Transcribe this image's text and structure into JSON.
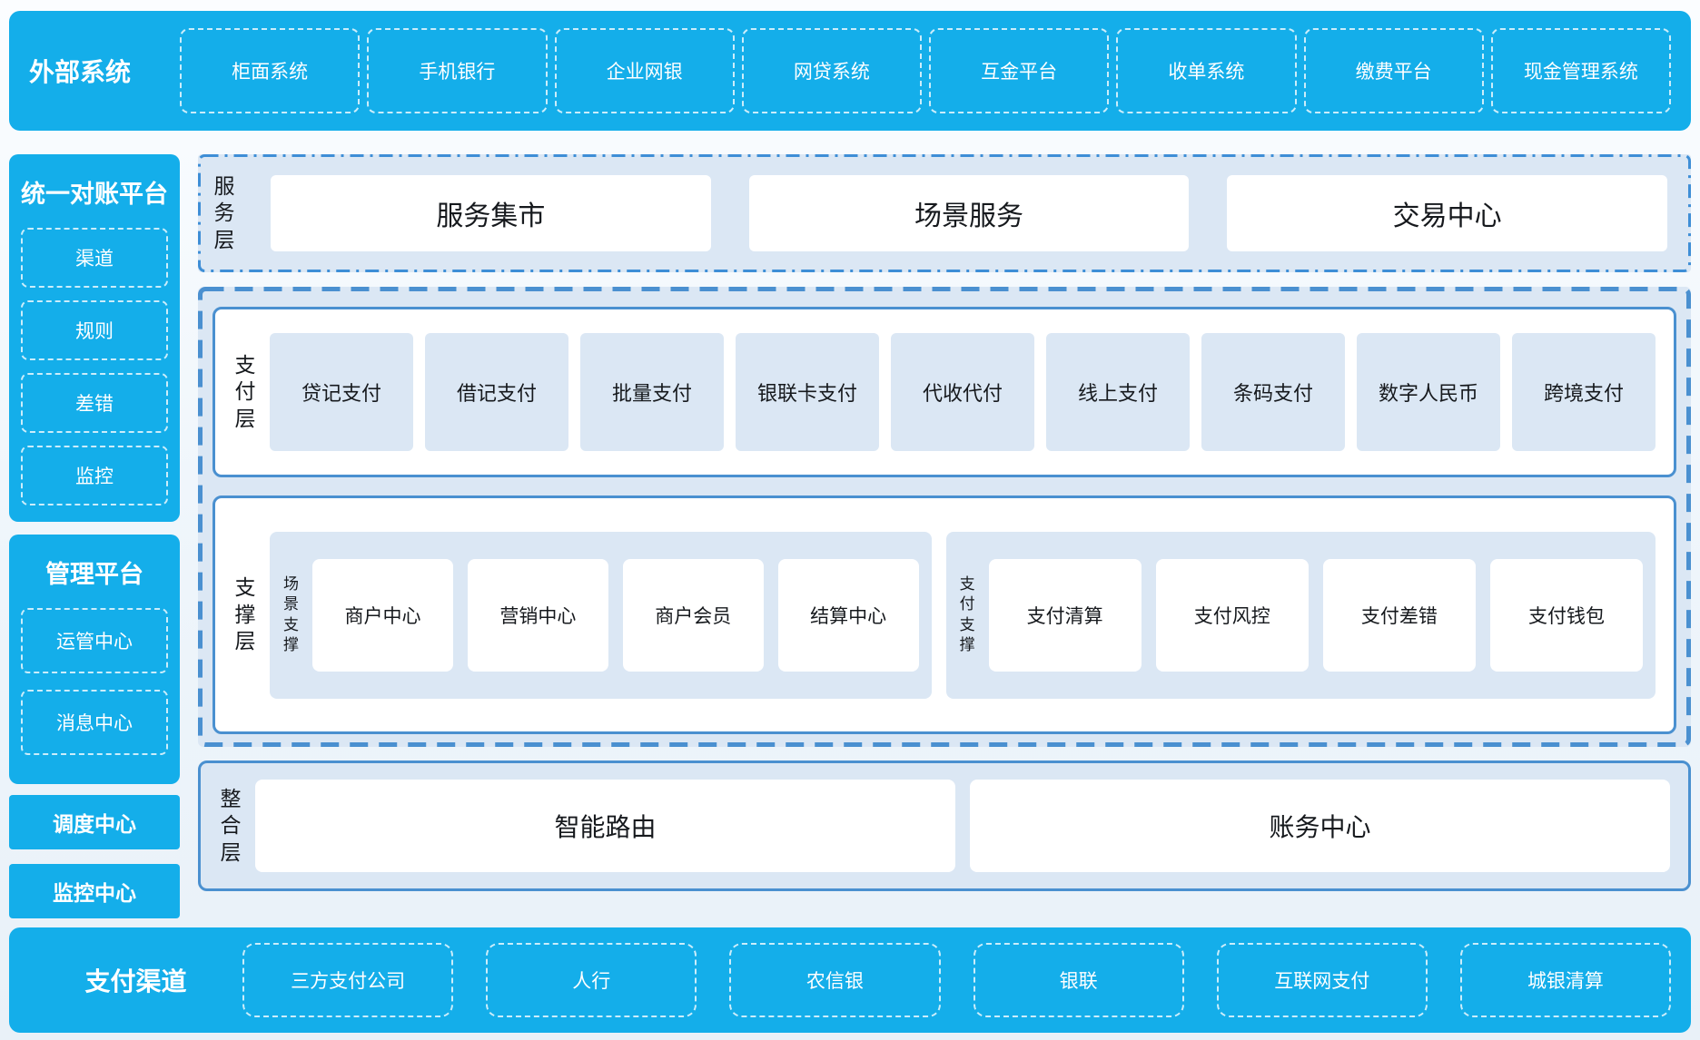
{
  "colors": {
    "accent_blue": "#14aeea",
    "panel_blue": "#dbe7f4",
    "line_blue": "#4a90d0",
    "text_dark": "#16191d",
    "text_white": "#ffffff"
  },
  "top_bar": {
    "title": "外部系统",
    "items": [
      "柜面系统",
      "手机银行",
      "企业网银",
      "网贷系统",
      "互金平台",
      "收单系统",
      "缴费平台",
      "现金管理系统"
    ]
  },
  "sidebar": {
    "blocks": [
      {
        "title": "统一对账平台",
        "items": [
          "渠道",
          "规则",
          "差错",
          "监控"
        ]
      },
      {
        "title": "管理平台",
        "items": [
          "运管中心",
          "消息中心"
        ]
      }
    ],
    "solo_items": [
      "调度中心",
      "监控中心"
    ]
  },
  "layers": {
    "service": {
      "label": "服务层",
      "items": [
        "服务集市",
        "场景服务",
        "交易中心"
      ]
    },
    "payment": {
      "label": "支付层",
      "items": [
        "贷记支付",
        "借记支付",
        "批量支付",
        "银联卡支付",
        "代收代付",
        "线上支付",
        "条码支付",
        "数字人民币",
        "跨境支付"
      ]
    },
    "support": {
      "label": "支撑层",
      "groups": [
        {
          "label": "场景支撑",
          "items": [
            "商户中心",
            "营销中心",
            "商户会员",
            "结算中心"
          ]
        },
        {
          "label": "支付支撑",
          "items": [
            "支付清算",
            "支付风控",
            "支付差错",
            "支付钱包"
          ]
        }
      ]
    },
    "integration": {
      "label": "整合层",
      "items": [
        "智能路由",
        "账务中心"
      ]
    }
  },
  "bottom_bar": {
    "title": "支付渠道",
    "items": [
      "三方支付公司",
      "人行",
      "农信银",
      "银联",
      "互联网支付",
      "城银清算"
    ]
  }
}
